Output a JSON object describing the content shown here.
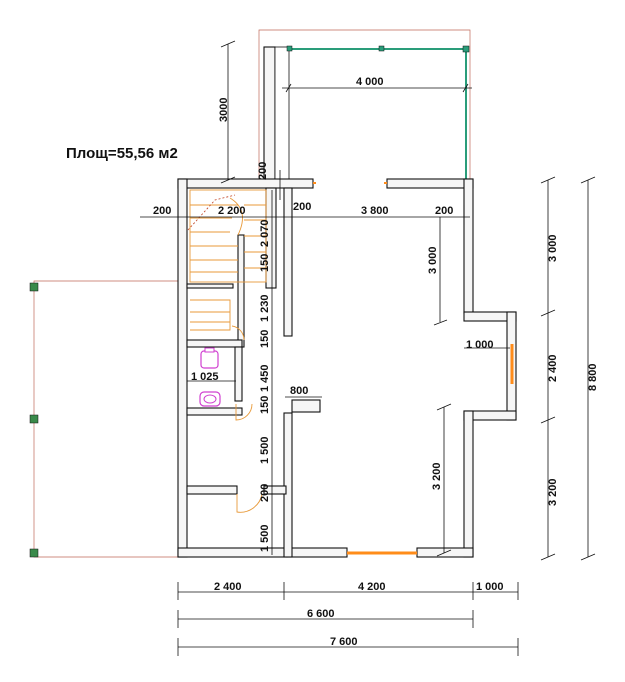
{
  "title": "Площ=55,56 м2",
  "colors": {
    "wall_outline": "#111111",
    "wall_fill": "#f6f6f6",
    "terrace_line": "#2a9d7a",
    "window": "#ff8c1a",
    "stair": "#e89a3a",
    "fixture": "#d040d0",
    "outline_red": "#c06a5a",
    "post": "#3a8a4a"
  },
  "dims": {
    "top_3000": "3000",
    "terrace_4000": "4 000",
    "wall_200_a": "200",
    "w200_left": "200",
    "w2200": "2 200",
    "w200_mid": "200",
    "w3800": "3 800",
    "w200_right": "200",
    "v2070": "2 070",
    "v150_a": "150",
    "v1230": "1 230",
    "v150_b": "150",
    "v1450": "1 450",
    "v150_c": "150",
    "v1500_a": "1 500",
    "v200_b": "200",
    "v1500_b": "1 500",
    "in3000": "3 000",
    "in1000": "1 000",
    "in800": "800",
    "in1025": "1 025",
    "in3200": "3 200",
    "r3000": "3 000",
    "r2400": "2 400",
    "r3200": "3 200",
    "r8800": "8 800",
    "b2400": "2 400",
    "b4200": "4 200",
    "b1000": "1 000",
    "b6600": "6 600",
    "b7600": "7 600"
  }
}
